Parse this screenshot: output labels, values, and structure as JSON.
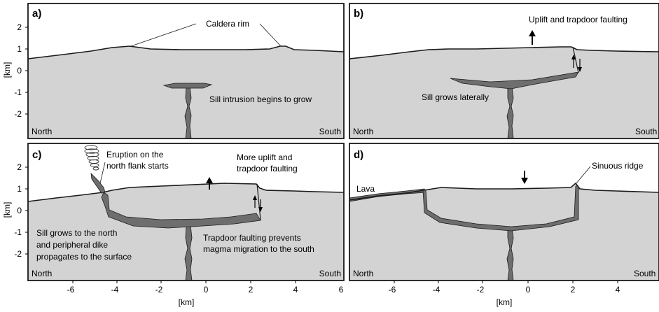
{
  "panels": {
    "a": {
      "letter": "a)",
      "caldera_rim": "Caldera rim",
      "sill_note": "Sill intrusion begins to grow",
      "north": "North",
      "south": "South"
    },
    "b": {
      "letter": "b)",
      "uplift_note": "Uplift and trapdoor faulting",
      "sill_note": "Sill grows laterally",
      "north": "North",
      "south": "South"
    },
    "c": {
      "letter": "c)",
      "eruption_line1": "Eruption on the",
      "eruption_line2": "north flank starts",
      "uplift_line1": "More uplift and",
      "uplift_line2": "trapdoor faulting",
      "sill_line1": "Sill grows to the north",
      "sill_line2": "and peripheral dike",
      "sill_line3": "propagates to the surface",
      "trapdoor_line1": "Trapdoor faulting prevents",
      "trapdoor_line2": "magma migration to the south",
      "north": "North",
      "south": "South"
    },
    "d": {
      "letter": "d)",
      "lava": "Lava",
      "ridge": "Sinuous ridge",
      "north": "North",
      "south": "South"
    }
  },
  "axes": {
    "y_label": "[km]",
    "x_label": "[km]",
    "y_ticks": [
      "2",
      "1",
      "0",
      "-1",
      "-2"
    ],
    "x_ticks_left": [
      "-6",
      "-4",
      "-2",
      "0",
      "2",
      "4",
      "6"
    ],
    "x_ticks_right": [
      "-6",
      "-4",
      "-2",
      "0",
      "2",
      "4"
    ]
  },
  "colors": {
    "crust": "#d3d3d3",
    "magma": "#6e6e6e",
    "outline": "#1a1a1a"
  }
}
